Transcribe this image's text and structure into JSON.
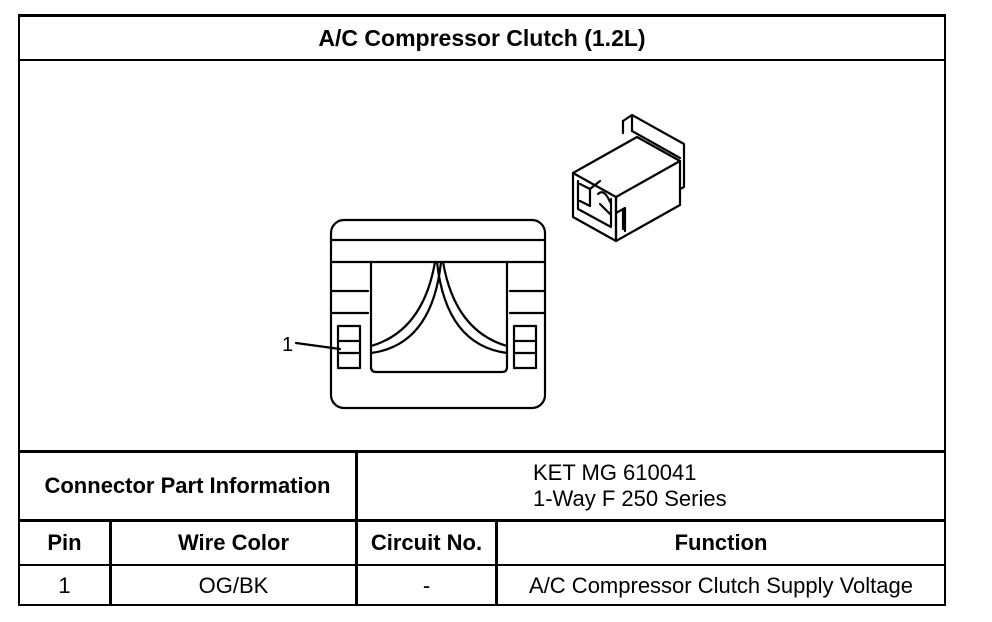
{
  "title": "A/C Compressor Clutch (1.2L)",
  "drawing": {
    "callout_label": "1"
  },
  "connector_info": {
    "label": "Connector Part Information",
    "value_lines": [
      "KET MG 610041",
      "1-Way F 250 Series"
    ]
  },
  "table": {
    "headers": {
      "pin": "Pin",
      "wire_color": "Wire Color",
      "circuit_no": "Circuit No.",
      "function": "Function"
    },
    "rows": [
      {
        "pin": "1",
        "wire_color": "OG/BK",
        "circuit_no": "-",
        "function": "A/C Compressor Clutch Supply Voltage"
      }
    ]
  }
}
